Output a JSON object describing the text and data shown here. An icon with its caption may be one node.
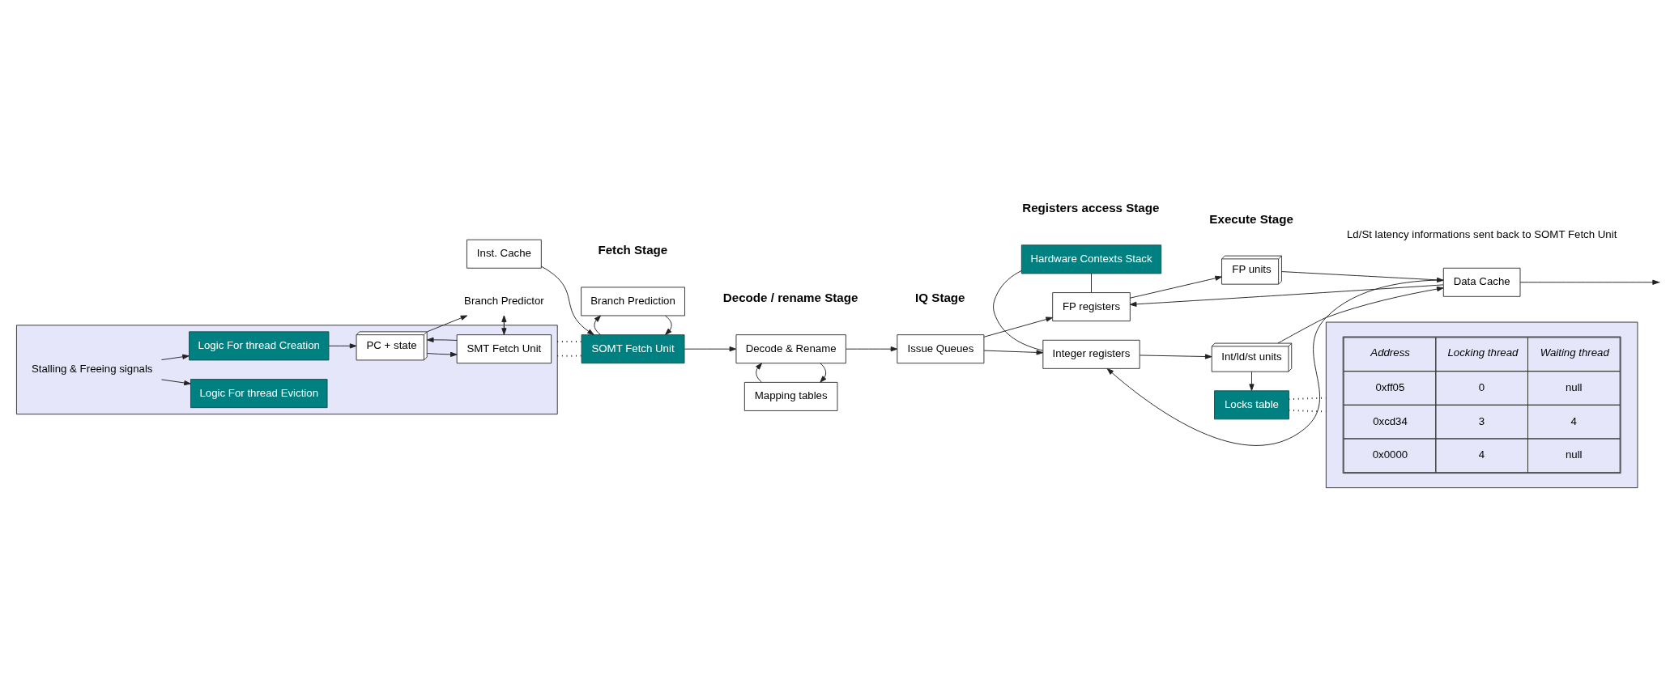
{
  "diagram": {
    "nodes": [
      {
        "text": [
          "Branch Predictor"
        ]
      },
      {
        "text": [],
        "shape": "box"
      },
      {
        "text": [
          "SMT Fetch Unit"
        ],
        "in": 1
      },
      {
        "text": [
          "PC + state"
        ],
        "in": 1
      },
      {
        "text": [
          "Logic For thread Eviction"
        ],
        "in": 1
      },
      {
        "text": [
          "Stalling & Freeing signals"
        ],
        "in": 1
      },
      {
        "text": [
          "Logic For thread Creation"
        ],
        "in": 1
      },
      {
        "text": [
          "Inst. Cache"
        ]
      },
      {
        "text": [
          "Branch Prediction"
        ]
      },
      {
        "text": [
          "SOMT Fetch Unit"
        ]
      },
      {
        "text": [
          "Decode & Rename"
        ]
      },
      {
        "text": [
          "Mapping tables"
        ]
      },
      {
        "text": [
          "Issue Queues"
        ]
      },
      {
        "text": [
          "FP registers"
        ]
      },
      {
        "text": [
          "Integer registers"
        ]
      },
      {
        "text": [
          "Hardware Contexts Stack"
        ]
      },
      {
        "text": [
          "FP units"
        ]
      },
      {
        "text": [
          "Int/ld/st units"
        ]
      },
      {
        "text": [
          "Locks table"
        ]
      },
      {
        "text": [
          "Data Cache"
        ]
      },
      {
        "text": [],
        "shape": "box"
      }
    ],
    "edges": [
      {
        "from": 0,
        "to": 2,
        "arrow": "to"
      },
      {
        "from": 2,
        "to": 0,
        "arrow": "to"
      },
      {
        "from": 3,
        "to": 0,
        "arrow": "to"
      },
      {
        "from": 3,
        "to": 2,
        "arrow": "to"
      },
      {
        "from": 2,
        "to": 3,
        "arrow": "to"
      },
      {
        "from": 5,
        "to": 4,
        "arrow": "to"
      },
      {
        "from": 5,
        "to": 6,
        "arrow": "to"
      },
      {
        "from": 6,
        "to": 3,
        "arrow": "to"
      },
      {
        "from": 7,
        "to": 9,
        "arrow": "to"
      },
      {
        "from": 8,
        "to": 9,
        "arrow": "to"
      },
      {
        "from": 9,
        "to": 8,
        "arrow": "to"
      },
      {
        "from": 9,
        "to": 10,
        "arrow": "to"
      },
      {
        "from": 10,
        "to": 11,
        "arrow": "to"
      },
      {
        "from": 11,
        "to": 10,
        "arrow": "to"
      },
      {
        "from": 10,
        "to": 12,
        "arrow": "to"
      },
      {
        "from": 12,
        "to": 13,
        "arrow": "to"
      },
      {
        "from": 12,
        "to": 14,
        "arrow": "to"
      },
      {
        "from": 15,
        "to": 13,
        "arrow": "none"
      },
      {
        "from": 15,
        "to": 14,
        "arrow": "none"
      },
      {
        "from": 13,
        "to": 16,
        "arrow": "to"
      },
      {
        "from": 14,
        "to": 17,
        "arrow": "to"
      },
      {
        "from": 16,
        "to": 19,
        "arrow": "to"
      },
      {
        "from": 17,
        "to": 19,
        "arrow": "to"
      },
      {
        "from": 19,
        "to": 13,
        "arrow": "to"
      },
      {
        "from": 19,
        "to": 14,
        "arrow": "to"
      },
      {
        "from": 17,
        "to": 18,
        "arrow": "to"
      },
      {
        "from": 19,
        "to": null,
        "arrow": "to"
      },
      {
        "from": 1,
        "to": 9,
        "arrow": "none",
        "style": "dashed"
      },
      {
        "from": 1,
        "to": 9,
        "arrow": "none",
        "style": "dashed"
      },
      {
        "from": 18,
        "to": 20,
        "arrow": "none",
        "style": "dashed"
      },
      {
        "from": 18,
        "to": 20,
        "arrow": "none",
        "style": "dashed"
      }
    ],
    "labels": [
      "Fetch Stage",
      "Decode / rename Stage",
      "IQ Stage",
      "Registers access Stage",
      "Execute Stage",
      "Ld/St latency informations sent back to SOMT Fetch Unit",
      "Address",
      "Locking thread",
      "Waiting thread",
      "0xff05",
      "0",
      "null",
      "0xcd34",
      "3",
      "4",
      "0x0000",
      "4",
      "null"
    ]
  }
}
